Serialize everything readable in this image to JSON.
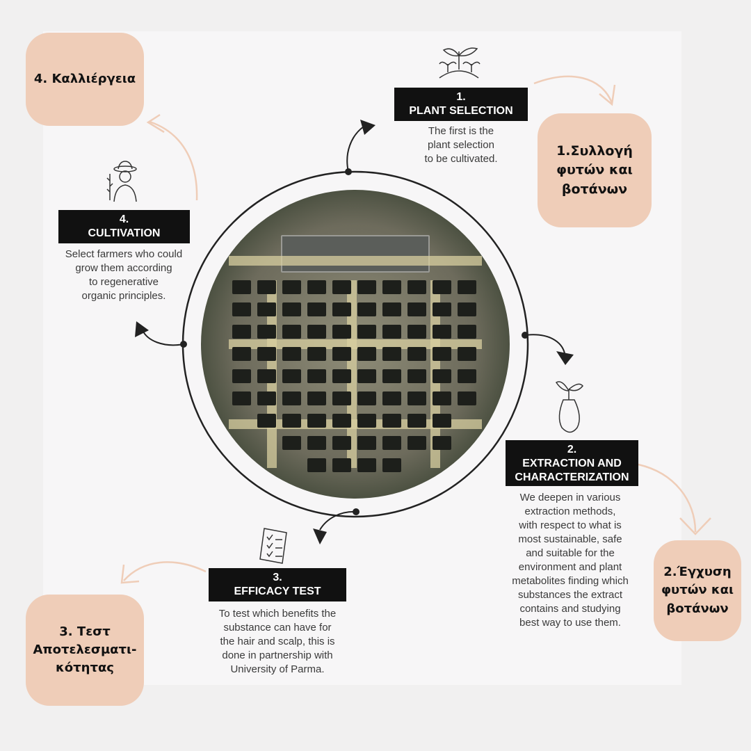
{
  "greek_boxes": {
    "cultivation": "4. Καλλιέργεια",
    "selection": [
      "1.Συλλογή",
      "φυτών και",
      "βοτάνων"
    ],
    "extraction": [
      "2.Έγχυση",
      "φυτών και",
      "βοτάνων"
    ],
    "efficacy": [
      "3. Τεστ",
      "Αποτελεσματι-",
      "κότητας"
    ]
  },
  "steps": {
    "plant_selection": {
      "number": "1.",
      "title": "PLANT SELECTION",
      "desc": [
        "The first is the",
        "plant selection",
        "to be cultivated."
      ]
    },
    "extraction": {
      "number": "2.",
      "title": [
        "EXTRACTION AND",
        "CHARACTERIZATION"
      ],
      "desc": [
        "We deepen in various",
        "extraction methods,",
        "with respect to what is",
        "most sustainable, safe",
        "and suitable for the",
        "environment and plant",
        "metabolites finding which",
        "substances the extract",
        "contains and studying",
        "best way to use them."
      ]
    },
    "efficacy": {
      "number": "3.",
      "title": "EFFICACY TEST",
      "desc": [
        "To test which benefits the",
        "substance can have for",
        "the hair and scalp, this is",
        "done in partnership with",
        "University of Parma."
      ]
    },
    "cultivation": {
      "number": "4.",
      "title": "CULTIVATION",
      "desc": [
        "Select farmers who could",
        "grow them according",
        "to regenerative",
        "organic principles."
      ]
    }
  },
  "colors": {
    "peach": "#efcdb8",
    "arrow_peach": "#efcdb8",
    "label_bg": "#111111"
  }
}
